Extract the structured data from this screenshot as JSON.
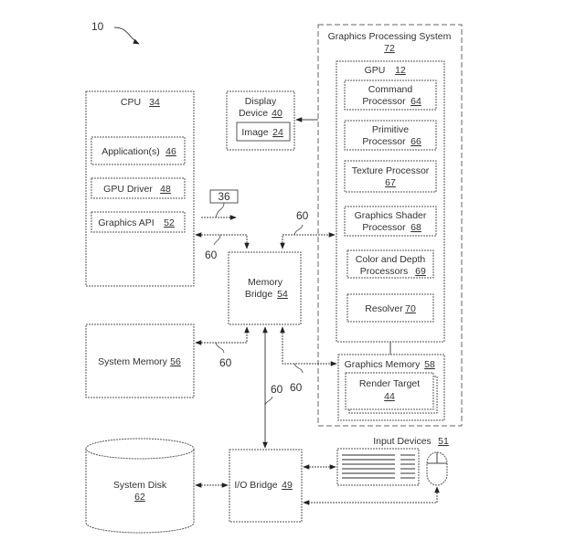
{
  "figure": {
    "ref": "10",
    "graphics_processing_system": {
      "label": "Graphics Processing System",
      "num": "72"
    },
    "gpu": {
      "label": "GPU",
      "num": "12"
    },
    "command_processor": {
      "line1": "Command",
      "line2": "Processor",
      "num": "64"
    },
    "primitive_processor": {
      "line1": "Primitive",
      "line2": "Processor",
      "num": "66"
    },
    "texture_processor": {
      "line1": "Texture Processor",
      "num": "67"
    },
    "shader_processor": {
      "line1": "Graphics Shader",
      "line2": "Processor",
      "num": "68"
    },
    "color_depth": {
      "line1": "Color and Depth",
      "line2": "Processors",
      "num": "69"
    },
    "resolver": {
      "label": "Resolver",
      "num": "70"
    },
    "graphics_memory": {
      "label": "Graphics Memory",
      "num": "58"
    },
    "render_target": {
      "label": "Render Target",
      "num": "44"
    },
    "cpu": {
      "label": "CPU",
      "num": "34"
    },
    "applications": {
      "label": "Application(s)",
      "num": "46"
    },
    "gpu_driver": {
      "label": "GPU Driver",
      "num": "48"
    },
    "graphics_api": {
      "label": "Graphics API",
      "num": "52"
    },
    "display_device": {
      "line1": "Display",
      "line2": "Device",
      "num": "40"
    },
    "image": {
      "label": "Image",
      "num": "24"
    },
    "memory_bridge": {
      "line1": "Memory",
      "line2": "Bridge",
      "num": "54"
    },
    "system_memory": {
      "label": "System Memory",
      "num": "56"
    },
    "system_disk": {
      "label": "System Disk",
      "num": "62"
    },
    "io_bridge": {
      "label": "I/O Bridge",
      "num": "49"
    },
    "input_devices": {
      "label": "Input Devices",
      "num": "51"
    },
    "bus_ref": "60",
    "signal_ref": "36"
  }
}
